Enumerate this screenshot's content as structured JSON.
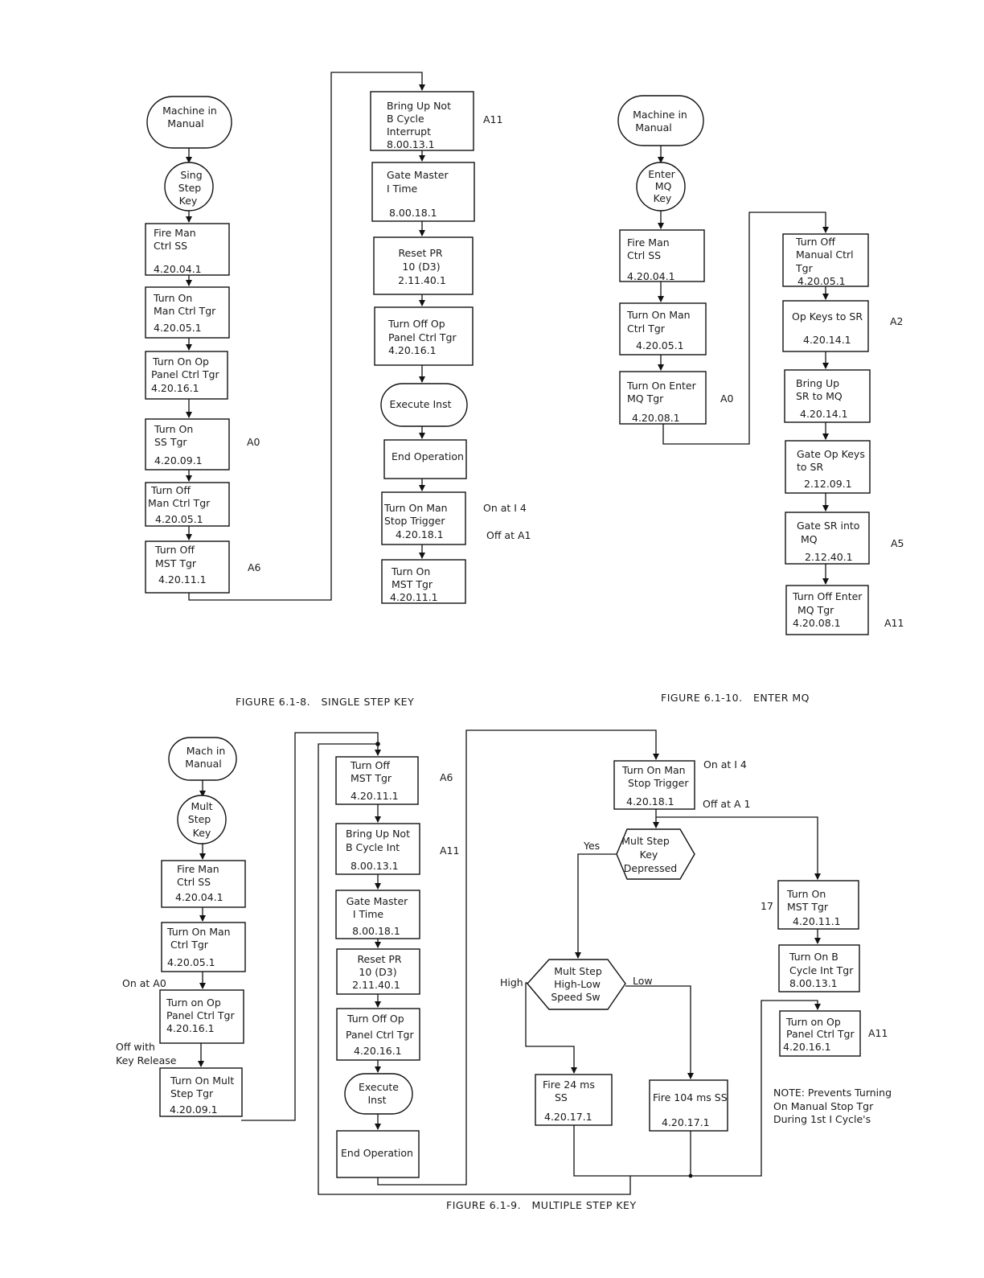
{
  "fig8": {
    "caption": "FIGURE 6.1-8.   SINGLE STEP KEY",
    "nodes": {
      "start": [
        "Machine in",
        "Manual"
      ],
      "key": [
        "Sing",
        "Step",
        "Key"
      ],
      "b1": [
        "Fire Man",
        "Ctrl SS",
        "4.20.04.1"
      ],
      "b2": [
        "Turn On",
        "Man Ctrl Tgr",
        "4.20.05.1"
      ],
      "b3": [
        "Turn On Op",
        "Panel Ctrl Tgr",
        "4.20.16.1"
      ],
      "b4": [
        "Turn On",
        "SS Tgr",
        "4.20.09.1"
      ],
      "b5": [
        "Turn Off",
        "Man Ctrl Tgr",
        "4.20.05.1"
      ],
      "b6": [
        "Turn Off",
        "MST Tgr",
        "4.20.11.1"
      ],
      "c1": [
        "Bring Up Not",
        "B Cycle",
        "Interrupt",
        "8.00.13.1"
      ],
      "c2": [
        "Gate Master",
        "I Time",
        "8.00.18.1"
      ],
      "c3": [
        "Reset PR",
        "10   (D3)",
        "2.11.40.1"
      ],
      "c4": [
        "Turn Off Op",
        "Panel Ctrl Tgr",
        "4.20.16.1"
      ],
      "c5": [
        "Execute Inst"
      ],
      "c6": [
        "End Operation"
      ],
      "c7": [
        "Turn On Man",
        "Stop Trigger",
        "4.20.18.1"
      ],
      "c8": [
        "Turn On",
        "MST Tgr",
        "4.20.11.1"
      ]
    },
    "labels": {
      "a0": "A0",
      "a6": "A6",
      "a11": "A11",
      "on": "On at I 4",
      "off": "Off at A1"
    }
  },
  "fig10": {
    "caption": "FIGURE 6.1-10.   ENTER MQ",
    "nodes": {
      "start": [
        "Machine in",
        "Manual"
      ],
      "key": [
        "Enter",
        "MQ",
        "Key"
      ],
      "b1": [
        "Fire Man",
        "Ctrl SS",
        "4.20.04.1"
      ],
      "b2": [
        "Turn On Man",
        "Ctrl Tgr",
        "4.20.05.1"
      ],
      "b3": [
        "Turn On Enter",
        "MQ Tgr",
        "4.20.08.1"
      ],
      "c1": [
        "Turn Off",
        "Manual Ctrl",
        "Tgr",
        "4.20.05.1"
      ],
      "c2": [
        "Op Keys to SR",
        "4.20.14.1"
      ],
      "c3": [
        "Bring Up",
        "SR to MQ",
        "4.20.14.1"
      ],
      "c4": [
        "Gate Op Keys",
        "to SR",
        "2.12.09.1"
      ],
      "c5": [
        "Gate SR into",
        "MQ",
        "2.12.40.1"
      ],
      "c6": [
        "Turn Off Enter",
        "MQ Tgr",
        "4.20.08.1"
      ]
    },
    "labels": {
      "a0": "A0",
      "a2": "A2",
      "a5": "A5",
      "a11": "A11"
    }
  },
  "fig9": {
    "caption": "FIGURE 6.1-9.   MULTIPLE STEP KEY",
    "nodes": {
      "start": [
        "Mach in",
        "Manual"
      ],
      "key": [
        "Mult",
        "Step",
        "Key"
      ],
      "b1": [
        "Fire Man",
        "Ctrl SS",
        "4.20.04.1"
      ],
      "b2": [
        "Turn On Man",
        "Ctrl Tgr",
        "4.20.05.1"
      ],
      "b3": [
        "Turn on Op",
        "Panel Ctrl Tgr",
        "4.20.16.1"
      ],
      "b4": [
        "Turn On Mult",
        "Step Tgr",
        "4.20.09.1"
      ],
      "c1": [
        "Turn Off",
        "MST Tgr",
        "4.20.11.1"
      ],
      "c2": [
        "Bring Up Not",
        "B Cycle Int",
        "8.00.13.1"
      ],
      "c3": [
        "Gate Master",
        "I Time",
        "8.00.18.1"
      ],
      "c4": [
        "Reset PR",
        "10   (D3)",
        "2.11.40.1"
      ],
      "c5": [
        "Turn Off Op",
        "Panel Ctrl Tgr",
        "4.20.16.1"
      ],
      "c6": [
        "Execute",
        "Inst"
      ],
      "c7": [
        "End Operation"
      ],
      "d1": [
        "Turn On Man",
        "Stop Trigger",
        "4.20.18.1"
      ],
      "d2": [
        "Mult Step",
        "Key",
        "Depressed"
      ],
      "d3": [
        "Mult Step",
        "High-Low",
        "Speed Sw"
      ],
      "d4": [
        "Fire 24 ms",
        "SS",
        "4.20.17.1"
      ],
      "d5": [
        "Fire 104 ms SS",
        "4.20.17.1"
      ],
      "e1": [
        "Turn On",
        "MST Tgr",
        "4.20.11.1"
      ],
      "e2": [
        "Turn On B",
        "Cycle Int Tgr",
        "8.00.13.1"
      ],
      "e3": [
        "Turn on Op",
        "Panel Ctrl Tgr",
        "4.20.16.1"
      ]
    },
    "labels": {
      "onA0": "On at A0",
      "offKey": [
        "Off with",
        "Key Release"
      ],
      "a6": "A6",
      "a11": "A11",
      "on": "On at I 4",
      "off": "Off at A 1",
      "yes": "Yes",
      "high": "High",
      "low": "Low",
      "n17": "17",
      "a11b": "A11",
      "note": [
        "NOTE: Prevents Turning",
        "On Manual Stop Tgr",
        "During 1st I Cycle's"
      ]
    }
  }
}
